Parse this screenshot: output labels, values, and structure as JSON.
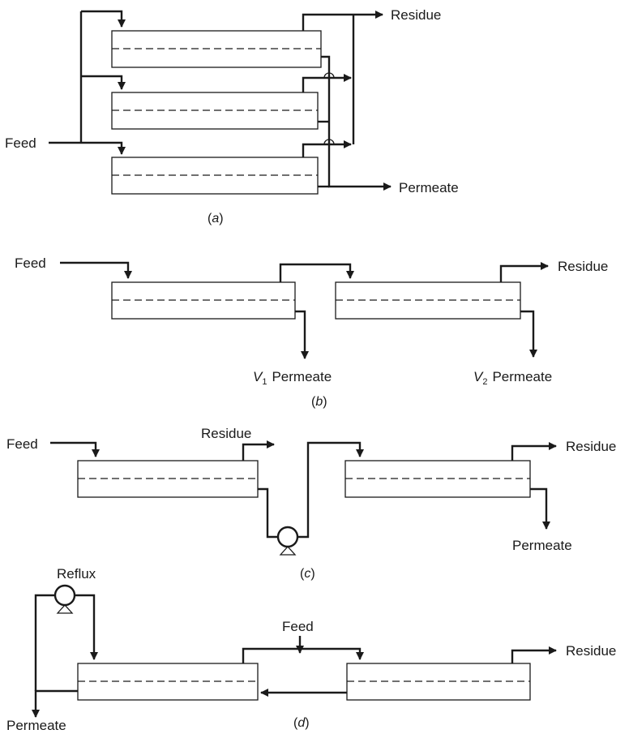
{
  "diagram_a": {
    "feed_label": "Feed",
    "residue_label": "Residue",
    "permeate_label": "Permeate",
    "caption_open": "(",
    "caption_letter": "a",
    "caption_close": ")"
  },
  "diagram_b": {
    "feed_label": "Feed",
    "residue_label": "Residue",
    "v1_symbol": "V",
    "v1_subscript": "1",
    "v1_permeate_label": "Permeate",
    "v2_symbol": "V",
    "v2_subscript": "2",
    "v2_permeate_label": "Permeate",
    "caption_open": "(",
    "caption_letter": "b",
    "caption_close": ")"
  },
  "diagram_c": {
    "feed_label": "Feed",
    "residue_label_1": "Residue",
    "residue_label_2": "Residue",
    "permeate_label": "Permeate",
    "caption_open": "(",
    "caption_letter": "c",
    "caption_close": ")"
  },
  "diagram_d": {
    "reflux_label": "Reflux",
    "feed_label": "Feed",
    "residue_label": "Residue",
    "permeate_label": "Permeate",
    "caption_open": "(",
    "caption_letter": "d",
    "caption_close": ")"
  }
}
